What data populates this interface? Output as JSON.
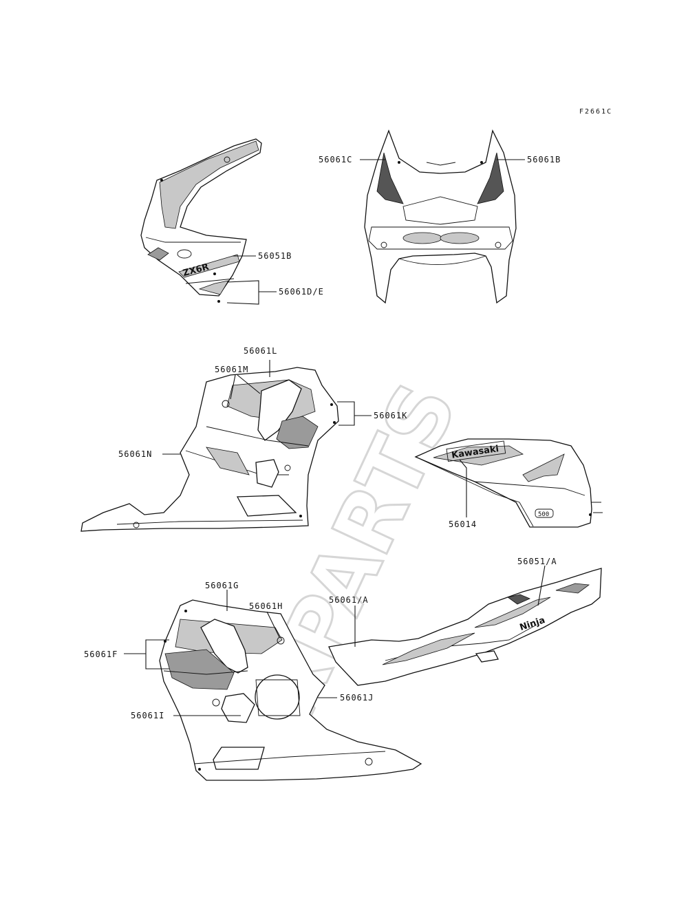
{
  "figure_code": "F2661C",
  "watermark": "XPARTS",
  "decal_text": {
    "tank_logo": "Kawasaki",
    "tank_badge": "500",
    "tail_logo": "Ninja",
    "fairing_logo": "ZX6R"
  },
  "labels": {
    "l_56051B": "56051B",
    "l_56061DE": "56061D/E",
    "l_56061C": "56061C",
    "l_56061B": "56061B",
    "l_56061L": "56061L",
    "l_56061M": "56061M",
    "l_56061K": "56061K",
    "l_56061N": "56061N",
    "l_56014": "56014",
    "l_56051A": "56051/A",
    "l_56061A": "56061/A",
    "l_56061G": "56061G",
    "l_56061H": "56061H",
    "l_56061F": "56061F",
    "l_56061J": "56061J",
    "l_56061I": "56061I"
  }
}
